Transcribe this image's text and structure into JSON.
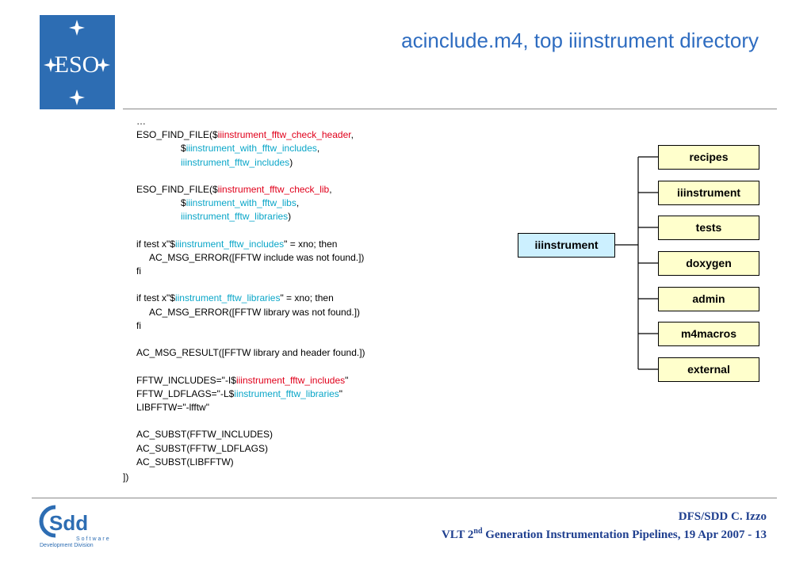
{
  "header": {
    "title": "acinclude.m4, top iiinstrument directory",
    "logo_text": "ESO"
  },
  "code": {
    "l01": "…",
    "l02a": "ESO_FIND_FILE($",
    "l02b": "iiinstrument_fftw_check_header",
    "l02c": ",",
    "l03a": "$",
    "l03b": "iiinstrument_with_fftw_includes",
    "l03c": ",",
    "l04b": "iiinstrument_fftw_includes",
    "l04c": ")",
    "l06a": "ESO_FIND_FILE($",
    "l06b": "iinstrument_fftw_check_lib",
    "l06c": ",",
    "l07a": "$",
    "l07b": "iiinstrument_with_fftw_libs",
    "l07c": ",",
    "l08b": "iiinstrument_fftw_libraries",
    "l08c": ")",
    "l10a": "if test x\"$",
    "l10b": "iiinstrument_fftw_includes",
    "l10c": "\" = xno; then",
    "l11": "AC_MSG_ERROR([FFTW include was not found.])",
    "l12": "fi",
    "l14a": "if test x\"$",
    "l14b": "iinstrument_fftw_libraries",
    "l14c": "\" = xno; then",
    "l15": "AC_MSG_ERROR([FFTW library was not found.])",
    "l16": "fi",
    "l18": "AC_MSG_RESULT([FFTW library and header found.])",
    "l20a": "FFTW_INCLUDES=\"-I$",
    "l20b": "iiinstrument_fftw_includes",
    "l20c": "\"",
    "l21a": "FFTW_LDFLAGS=\"-L$",
    "l21b": "iinstrument_fftw_libraries",
    "l21c": "\"",
    "l22": "LIBFFTW=\"-lfftw\"",
    "l24": "AC_SUBST(FFTW_INCLUDES)",
    "l25": "AC_SUBST(FFTW_LDFLAGS)",
    "l26": "AC_SUBST(LIBFFTW)",
    "close": "])"
  },
  "tree": {
    "root": "iiinstrument",
    "children": [
      "recipes",
      "iiinstrument",
      "tests",
      "doxygen",
      "admin",
      "m4macros",
      "external"
    ]
  },
  "footer": {
    "line1": "DFS/SDD C. Izzo",
    "line2_pre": "VLT 2",
    "line2_sup": "nd",
    "line2_post": " Generation Instrumentation Pipelines, 19 Apr 2007 - 13",
    "logo_text": "Sdd",
    "logo_sub1": "Software",
    "logo_sub2": "Development Division"
  },
  "colors": {
    "title": "#2e6cc0",
    "keyword_red": "#e0001b",
    "keyword_cyan": "#0aa6c8",
    "box_fill": "#ffffcc",
    "root_fill": "#ccf0ff",
    "logo_bg": "#2d6db3"
  }
}
